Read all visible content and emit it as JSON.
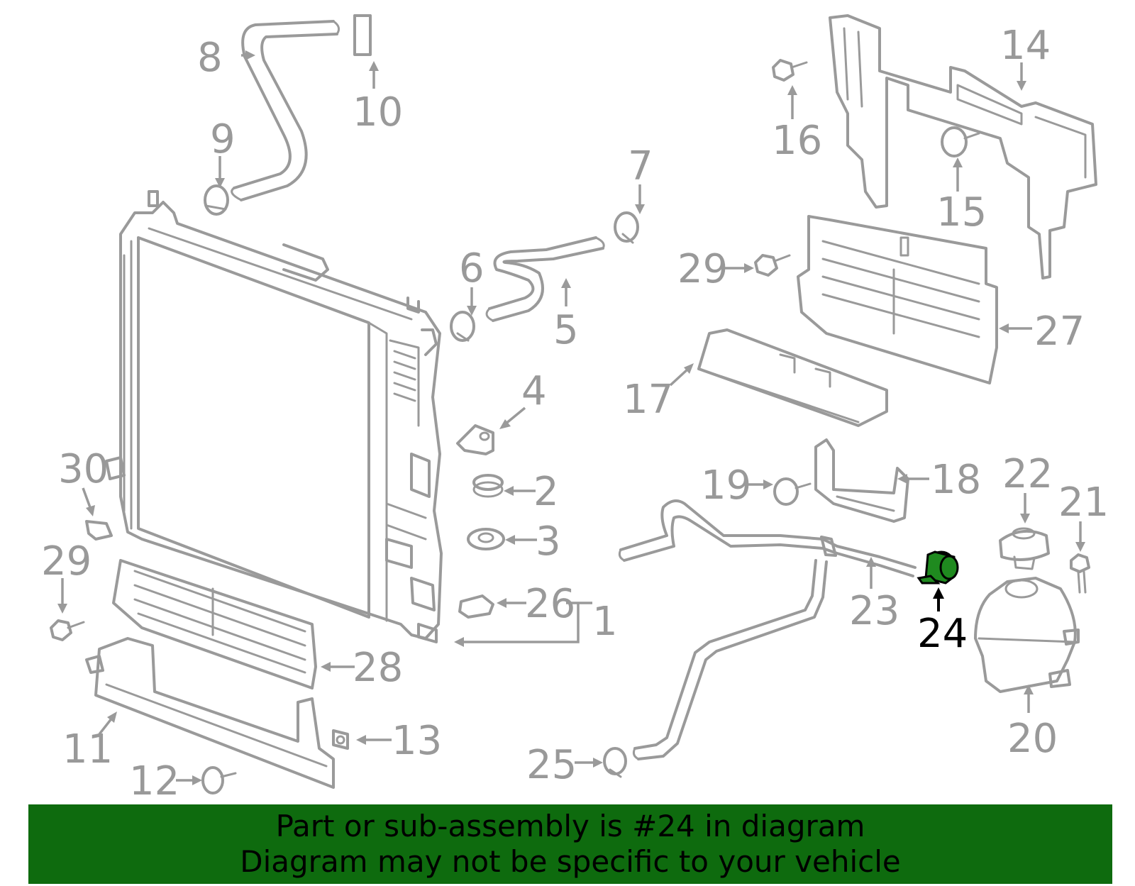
{
  "diagram": {
    "highlight_part": "24",
    "highlight_color": "#1f8a1f",
    "line_color": "#9a9a9a",
    "labels": [
      {
        "id": "1",
        "text": "1"
      },
      {
        "id": "2",
        "text": "2"
      },
      {
        "id": "3",
        "text": "3"
      },
      {
        "id": "4",
        "text": "4"
      },
      {
        "id": "5",
        "text": "5"
      },
      {
        "id": "6",
        "text": "6"
      },
      {
        "id": "7",
        "text": "7"
      },
      {
        "id": "8",
        "text": "8"
      },
      {
        "id": "9",
        "text": "9"
      },
      {
        "id": "10",
        "text": "10"
      },
      {
        "id": "11",
        "text": "11"
      },
      {
        "id": "12",
        "text": "12"
      },
      {
        "id": "13",
        "text": "13"
      },
      {
        "id": "14",
        "text": "14"
      },
      {
        "id": "15",
        "text": "15"
      },
      {
        "id": "16",
        "text": "16"
      },
      {
        "id": "17",
        "text": "17"
      },
      {
        "id": "18",
        "text": "18"
      },
      {
        "id": "19",
        "text": "19"
      },
      {
        "id": "20",
        "text": "20"
      },
      {
        "id": "21",
        "text": "21"
      },
      {
        "id": "22",
        "text": "22"
      },
      {
        "id": "23",
        "text": "23"
      },
      {
        "id": "24",
        "text": "24"
      },
      {
        "id": "25",
        "text": "25"
      },
      {
        "id": "26",
        "text": "26"
      },
      {
        "id": "27",
        "text": "27"
      },
      {
        "id": "28",
        "text": "28"
      },
      {
        "id": "29a",
        "text": "29"
      },
      {
        "id": "29b",
        "text": "29"
      },
      {
        "id": "30",
        "text": "30"
      }
    ]
  },
  "banner": {
    "line1": "Part or sub-assembly is #24 in diagram",
    "line2": "Diagram may not be specific to your vehicle",
    "background": "#0e6b0e"
  }
}
